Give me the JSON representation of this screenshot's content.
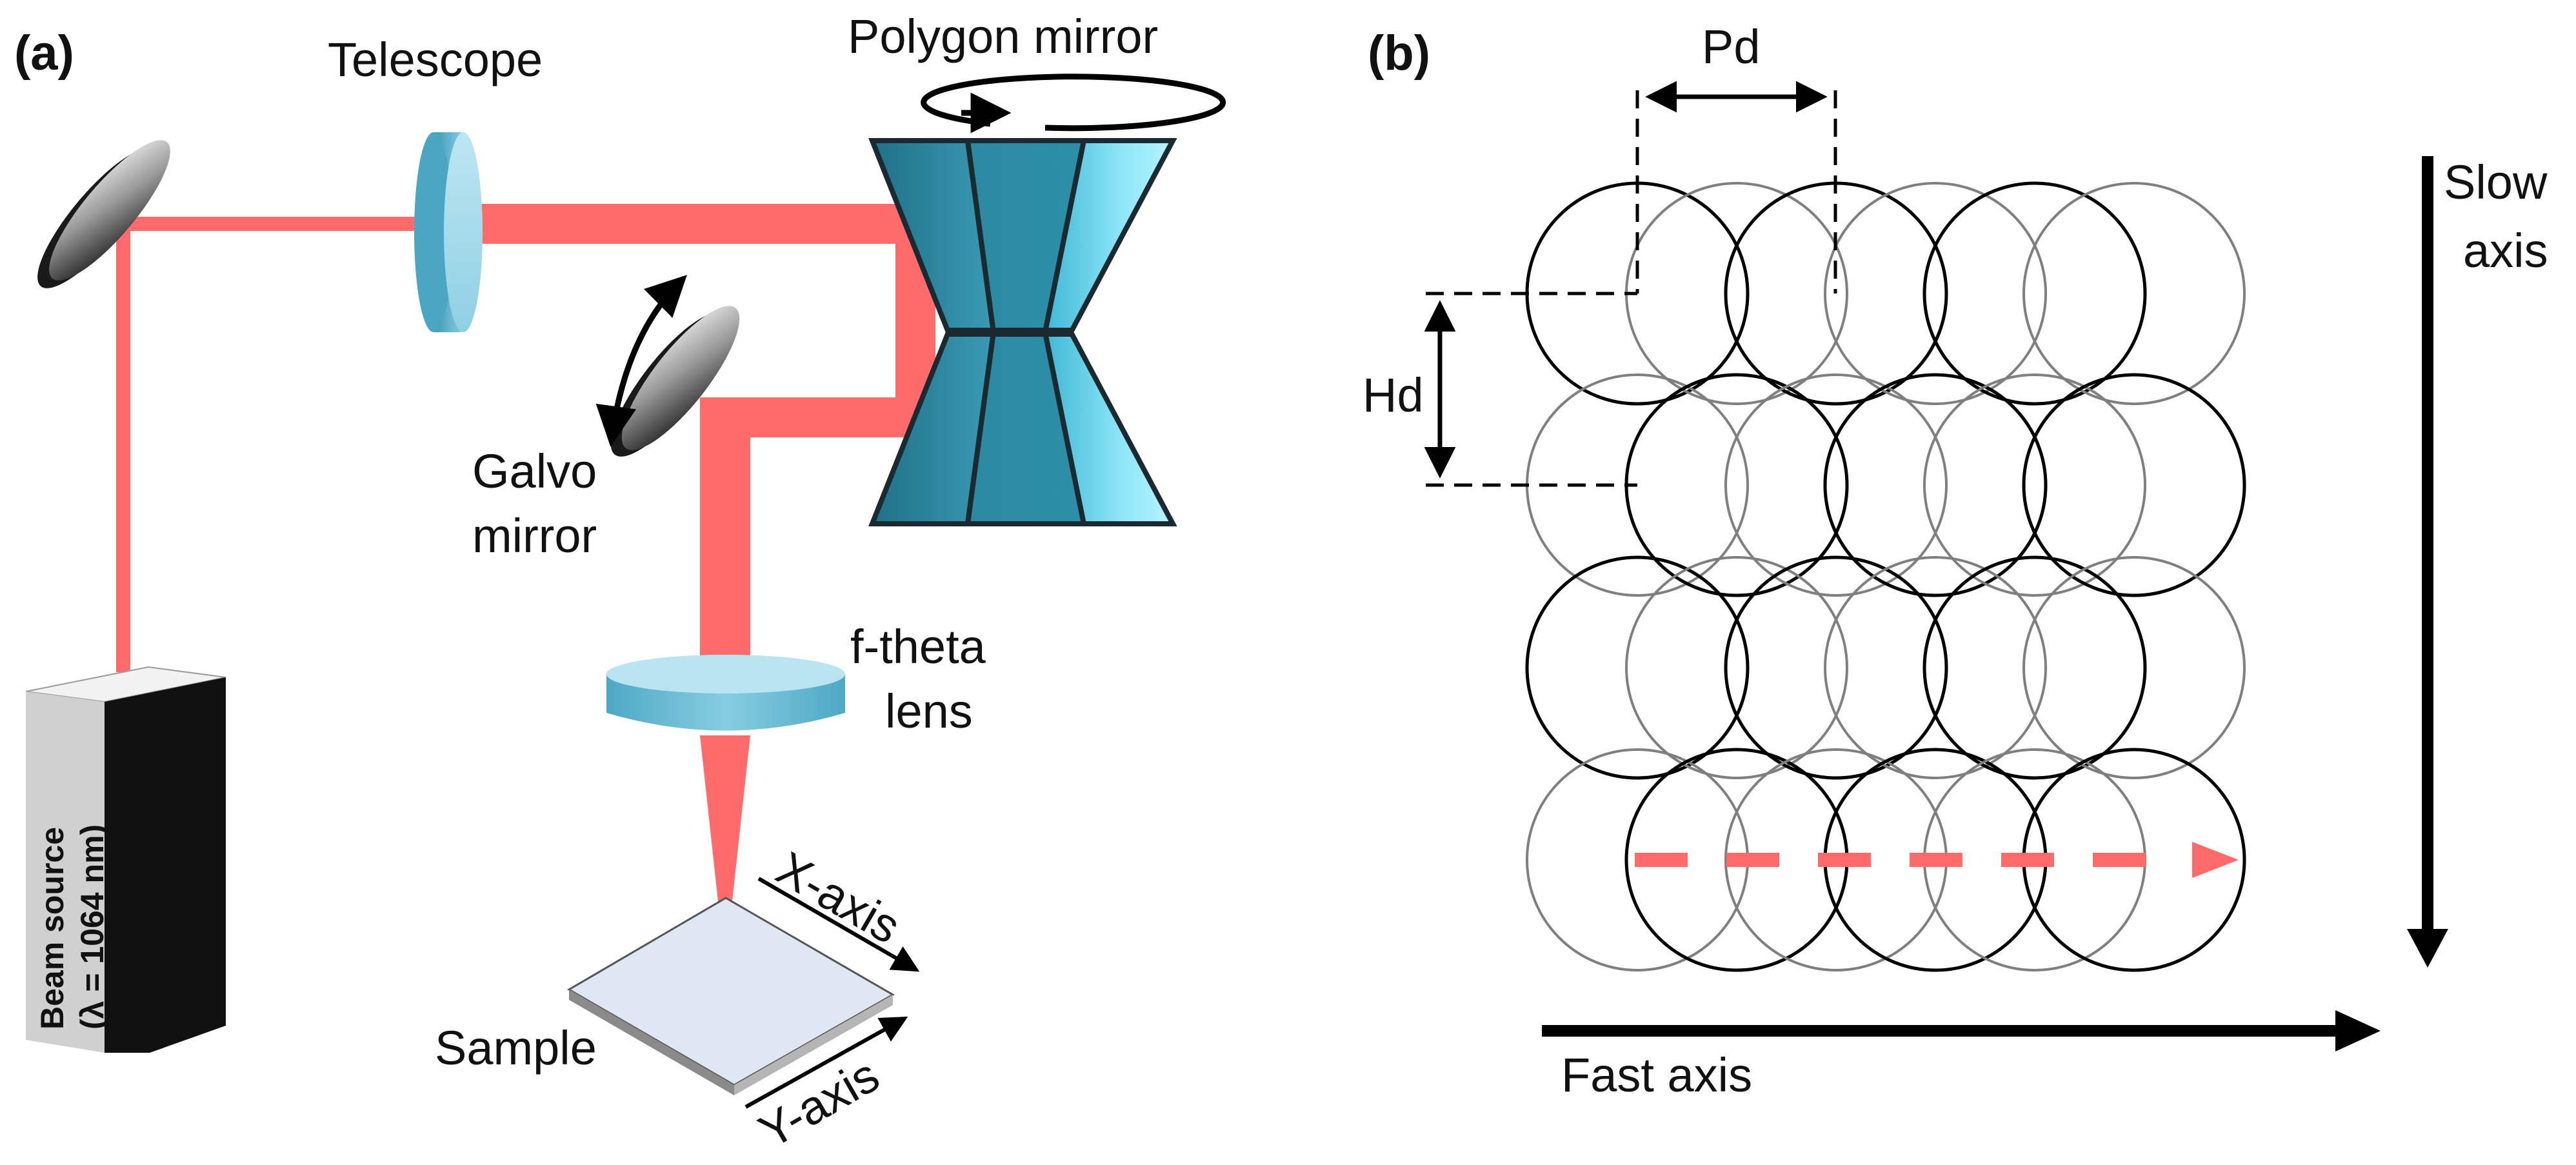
{
  "panel_a": {
    "panel_label": "(a)",
    "labels": {
      "telescope": "Telescope",
      "polygon_mirror": "Polygon mirror",
      "galvo_line1": "Galvo",
      "galvo_line2": "mirror",
      "ftheta_line1": "f-theta",
      "ftheta_line2": "lens",
      "sample": "Sample",
      "x_axis": "X-axis",
      "y_axis": "Y-axis",
      "beam_source_line1": "Beam source",
      "beam_source_line2": "(λ = 1064 nm)"
    }
  },
  "panel_b": {
    "panel_label": "(b)",
    "labels": {
      "pd": "Pd",
      "hd": "Hd",
      "slow_axis_line1": "Slow",
      "slow_axis_line2": "axis",
      "fast_axis": "Fast axis"
    }
  },
  "colors": {
    "beam": "#ff6b6b",
    "optic_teal": "#4aa8c4",
    "black_circle": "#000000",
    "gray_circle": "#7f7f7f"
  }
}
